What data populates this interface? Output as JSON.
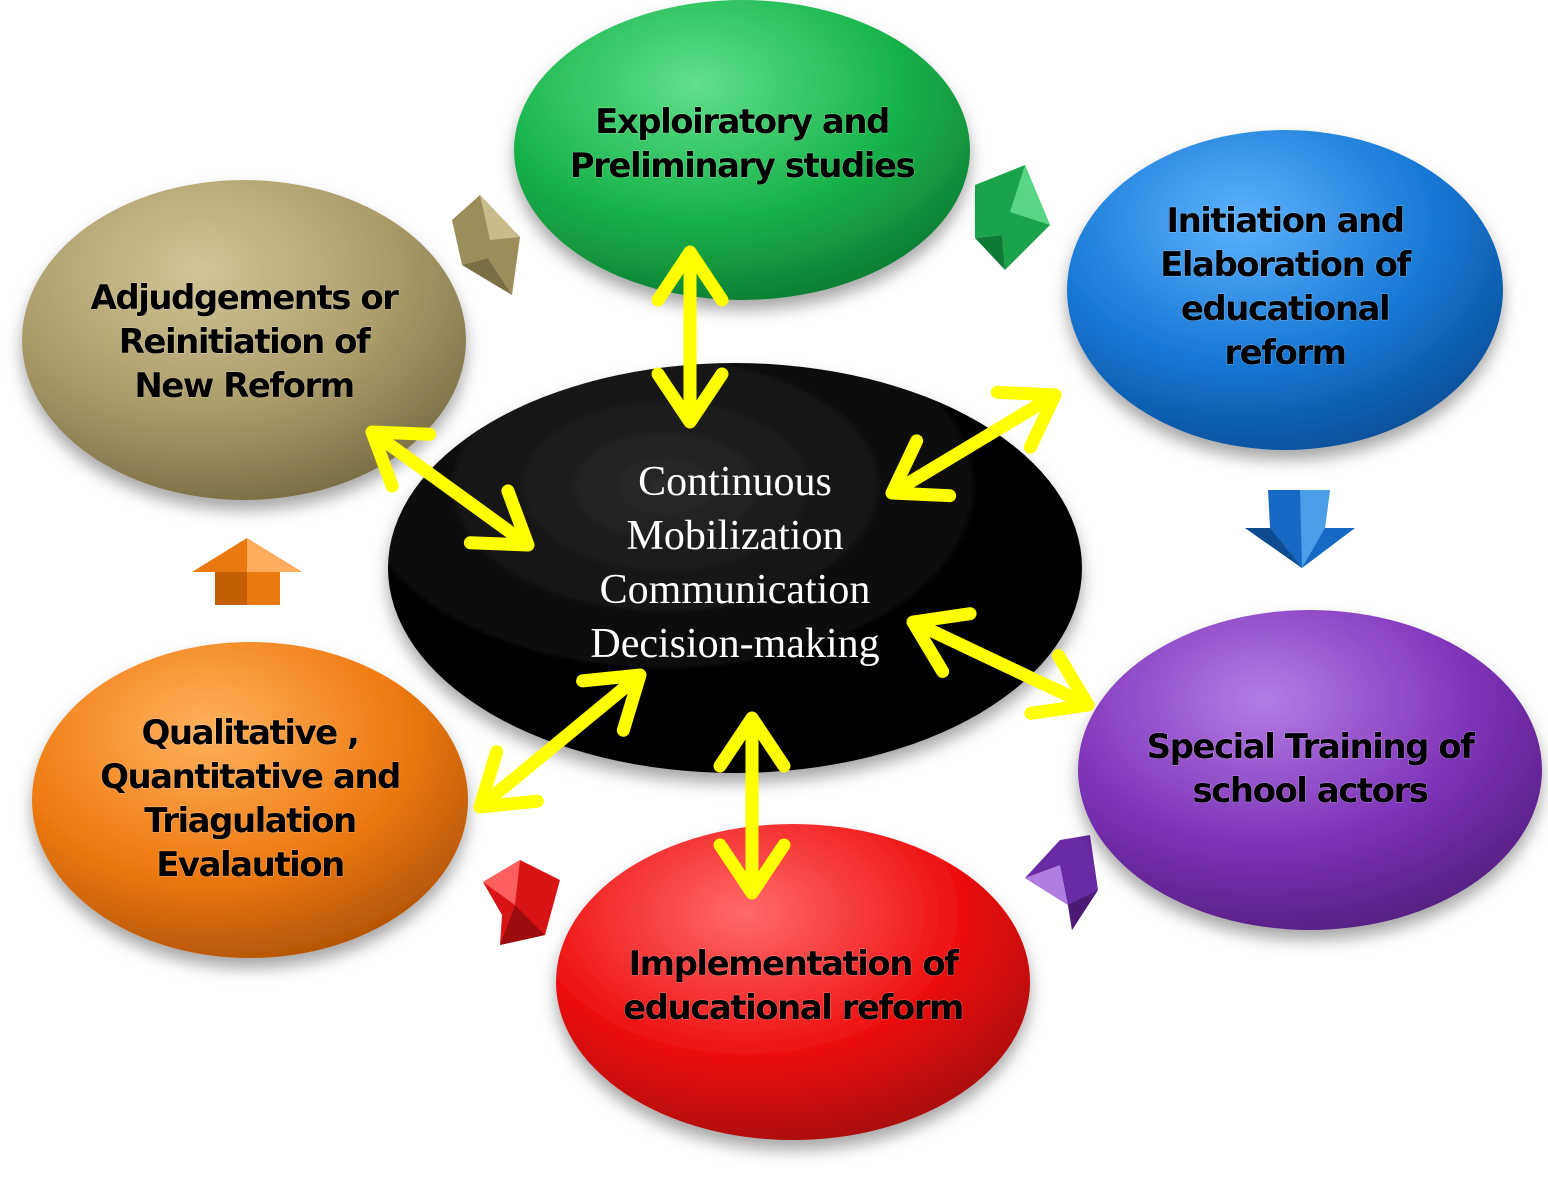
{
  "center": {
    "lines": [
      "Continuous",
      "Mobilization",
      "Communication",
      "Decision-making"
    ],
    "color": "#000000"
  },
  "nodes": [
    {
      "id": "exploratory",
      "lines": [
        "Exploiratory and",
        "Preliminary studies"
      ],
      "color": "#17b34a"
    },
    {
      "id": "initiation",
      "lines": [
        "Initiation and",
        "Elaboration of",
        "educational",
        "reform"
      ],
      "color": "#1677d4"
    },
    {
      "id": "training",
      "lines": [
        "Special Training of",
        "school actors"
      ],
      "color": "#7e33b8"
    },
    {
      "id": "implementation",
      "lines": [
        "Implementation of",
        "educational reform"
      ],
      "color": "#ee1111"
    },
    {
      "id": "evaluation",
      "lines": [
        "Qualitative ,",
        "Quantitative and",
        "Triagulation",
        "Evalaution"
      ],
      "color": "#ef7a12"
    },
    {
      "id": "adjudgement",
      "lines": [
        "Adjudgements or",
        "Reinitiation  of",
        "New Reform"
      ],
      "color": "#a99b68"
    }
  ],
  "connector_color": "#ffff00",
  "cycle_arrow_colors": {
    "exploratory_to_initiation": "#1aa34a",
    "initiation_to_training": "#1769c4",
    "training_to_implementation": "#6a2aa3",
    "implementation_to_evaluation": "#d81414",
    "evaluation_to_adjudgement": "#e9780e",
    "adjudgement_to_exploratory": "#9c8e5b"
  }
}
